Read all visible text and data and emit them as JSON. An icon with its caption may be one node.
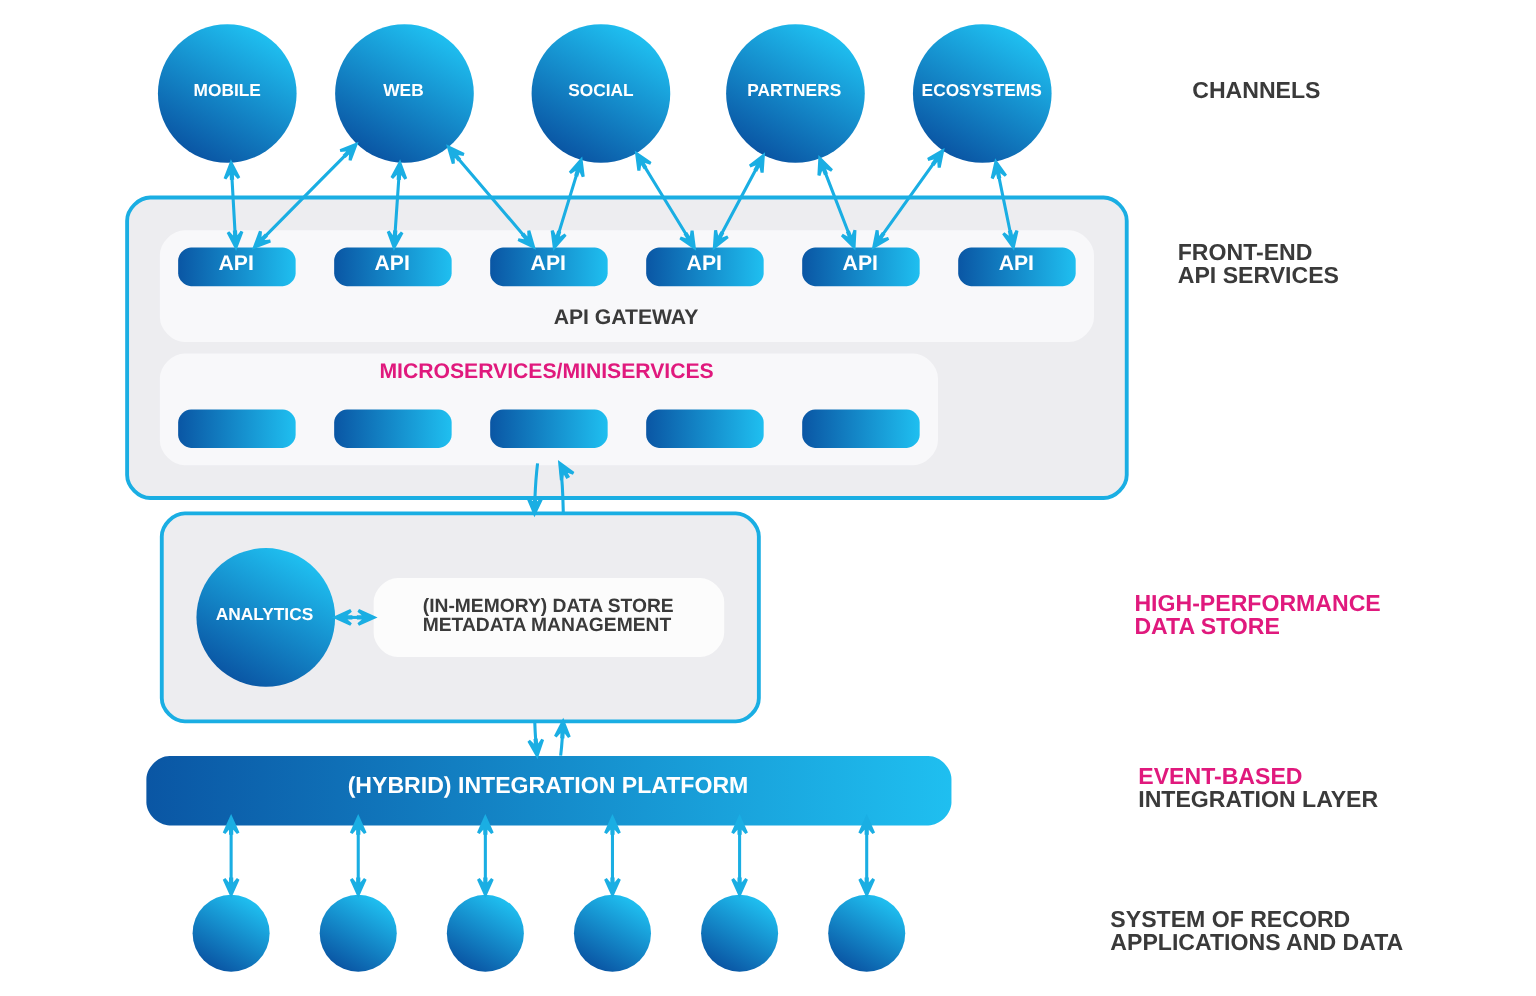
{
  "diagram": {
    "nodes": [
      {
        "text": [
          "MOBILE"
        ]
      },
      {
        "text": [
          "WEB"
        ]
      },
      {
        "text": [
          "SOCIAL"
        ]
      },
      {
        "text": [
          "PARTNERS"
        ]
      },
      {
        "text": [
          "ECOSYSTEMS"
        ]
      },
      {
        "text": [],
        "shape": "box"
      },
      {
        "text": [
          "API GATEWAY"
        ],
        "in": 5
      },
      {
        "text": [
          "API"
        ],
        "in": 6
      },
      {
        "text": [
          "API"
        ],
        "in": 6
      },
      {
        "text": [
          "API"
        ],
        "in": 6
      },
      {
        "text": [
          "API"
        ],
        "in": 6
      },
      {
        "text": [
          "API"
        ],
        "in": 6
      },
      {
        "text": [
          "API"
        ],
        "in": 6
      },
      {
        "text": [
          "MICROSERVICES/MINISERVICES"
        ],
        "in": 5
      },
      {
        "text": [],
        "shape": "bar",
        "in": 13
      },
      {
        "text": [],
        "shape": "bar",
        "in": 13
      },
      {
        "text": [],
        "shape": "bar",
        "in": 13
      },
      {
        "text": [],
        "shape": "bar",
        "in": 13
      },
      {
        "text": [],
        "shape": "bar",
        "in": 13
      },
      {
        "text": [],
        "shape": "box"
      },
      {
        "text": [
          "ANALYTICS"
        ],
        "in": 19
      },
      {
        "text": [
          "(IN-MEMORY) DATA STORE",
          "METADATA MANAGEMENT"
        ],
        "in": 19
      },
      {
        "text": [
          "(HYBRID) INTEGRATION PLATFORM"
        ]
      },
      {
        "text": [],
        "shape": "circle"
      },
      {
        "text": [],
        "shape": "circle"
      },
      {
        "text": [],
        "shape": "circle"
      },
      {
        "text": [],
        "shape": "circle"
      },
      {
        "text": [],
        "shape": "circle"
      },
      {
        "text": [],
        "shape": "circle"
      }
    ],
    "edges": [
      {
        "from": 0,
        "to": 7,
        "arrow": "both"
      },
      {
        "from": 1,
        "to": 7,
        "arrow": "both"
      },
      {
        "from": 1,
        "to": 8,
        "arrow": "both"
      },
      {
        "from": 1,
        "to": 9,
        "arrow": "both"
      },
      {
        "from": 2,
        "to": 9,
        "arrow": "both"
      },
      {
        "from": 2,
        "to": 10,
        "arrow": "both"
      },
      {
        "from": 3,
        "to": 10,
        "arrow": "both"
      },
      {
        "from": 3,
        "to": 11,
        "arrow": "both"
      },
      {
        "from": 4,
        "to": 11,
        "arrow": "both"
      },
      {
        "from": 4,
        "to": 12,
        "arrow": "both"
      },
      {
        "from": 13,
        "to": 19,
        "arrow": "to"
      },
      {
        "from": 19,
        "to": 13,
        "arrow": "to"
      },
      {
        "from": 20,
        "to": 21,
        "arrow": "both"
      },
      {
        "from": 19,
        "to": 22,
        "arrow": "to"
      },
      {
        "from": 22,
        "to": 19,
        "arrow": "to"
      },
      {
        "from": 22,
        "to": 23,
        "arrow": "both"
      },
      {
        "from": 22,
        "to": 24,
        "arrow": "both"
      },
      {
        "from": 22,
        "to": 25,
        "arrow": "both"
      },
      {
        "from": 22,
        "to": 26,
        "arrow": "both"
      },
      {
        "from": 22,
        "to": 27,
        "arrow": "both"
      },
      {
        "from": 22,
        "to": 28,
        "arrow": "both"
      }
    ],
    "labels": [
      "CHANNELS",
      "FRONT-END API SERVICES",
      "HIGH-PERFORMANCE DATA STORE",
      "EVENT-BASED INTEGRATION LAYER",
      "SYSTEM OF RECORD APPLICATIONS AND DATA"
    ]
  }
}
